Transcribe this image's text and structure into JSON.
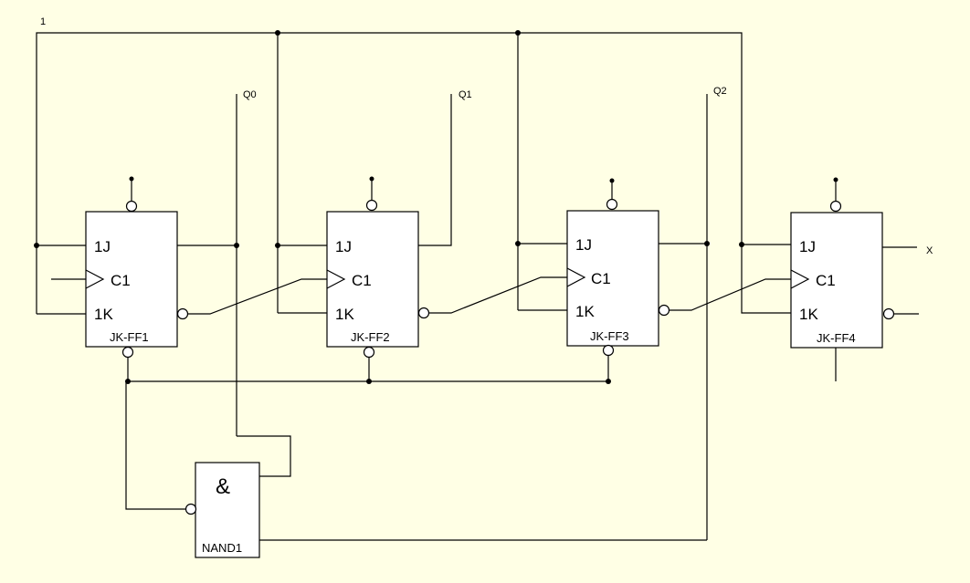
{
  "diagram": {
    "nets": {
      "vcc": "1",
      "q0": "Q0",
      "q1": "Q1",
      "q2": "Q2",
      "x": "X"
    },
    "flipflops": [
      {
        "name": "JK-FF1",
        "j": "1J",
        "c": "C1",
        "k": "1K"
      },
      {
        "name": "JK-FF2",
        "j": "1J",
        "c": "C1",
        "k": "1K"
      },
      {
        "name": "JK-FF3",
        "j": "1J",
        "c": "C1",
        "k": "1K"
      },
      {
        "name": "JK-FF4",
        "j": "1J",
        "c": "C1",
        "k": "1K"
      }
    ],
    "gate": {
      "symbol": "&",
      "name": "NAND1"
    }
  },
  "colors": {
    "background": "#ffffe5",
    "box_fill": "#ffffff",
    "line": "#000000"
  }
}
